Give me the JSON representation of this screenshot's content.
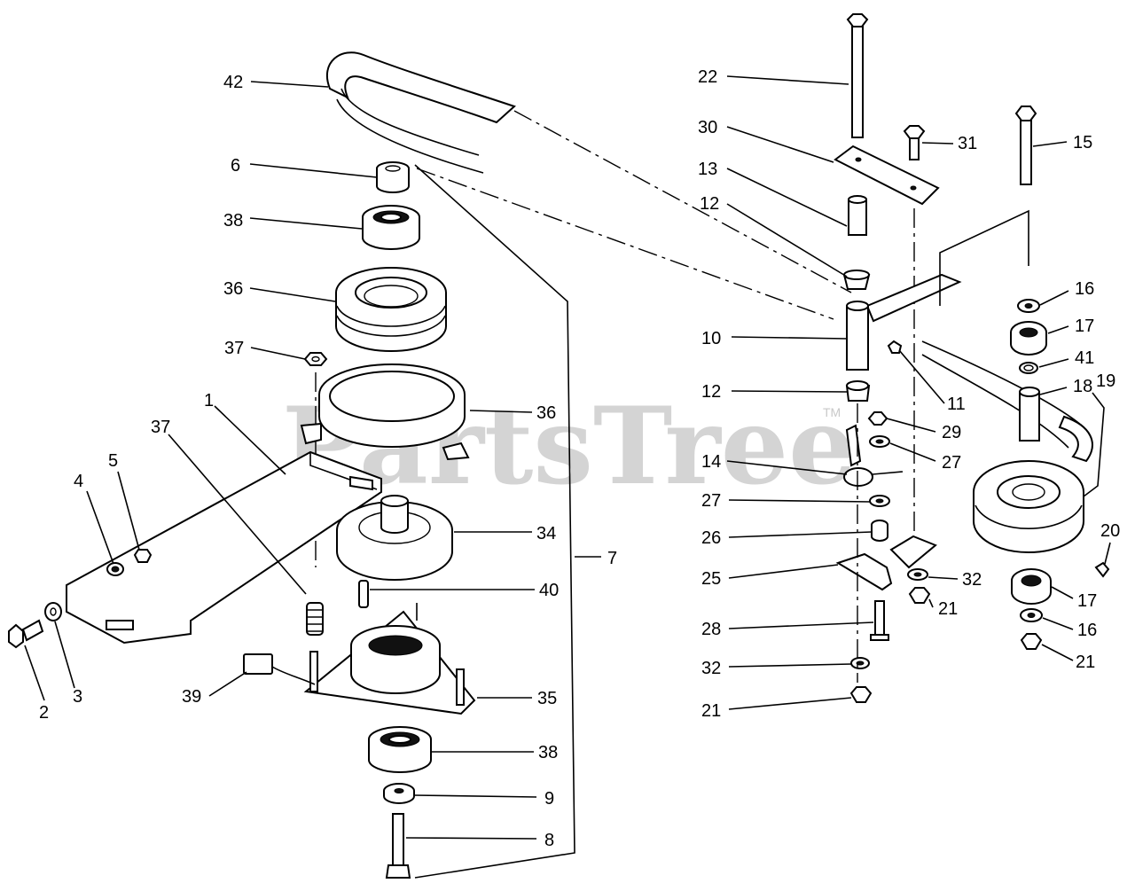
{
  "watermark": {
    "text": "PartsTree",
    "trademark": "TM"
  },
  "callouts": [
    {
      "id": "c42a",
      "label": "42"
    },
    {
      "id": "c6",
      "label": "6"
    },
    {
      "id": "c38a",
      "label": "38"
    },
    {
      "id": "c36a",
      "label": "36"
    },
    {
      "id": "c37a",
      "label": "37"
    },
    {
      "id": "c1",
      "label": "1"
    },
    {
      "id": "c37b",
      "label": "37"
    },
    {
      "id": "c36b",
      "label": "36"
    },
    {
      "id": "c4",
      "label": "4"
    },
    {
      "id": "c5",
      "label": "5"
    },
    {
      "id": "c34",
      "label": "34"
    },
    {
      "id": "c40",
      "label": "40"
    },
    {
      "id": "c7",
      "label": "7"
    },
    {
      "id": "c2",
      "label": "2"
    },
    {
      "id": "c3",
      "label": "3"
    },
    {
      "id": "c39",
      "label": "39"
    },
    {
      "id": "c35",
      "label": "35"
    },
    {
      "id": "c38b",
      "label": "38"
    },
    {
      "id": "c9",
      "label": "9"
    },
    {
      "id": "c8",
      "label": "8"
    },
    {
      "id": "c22",
      "label": "22"
    },
    {
      "id": "c30",
      "label": "30"
    },
    {
      "id": "c31",
      "label": "31"
    },
    {
      "id": "c15",
      "label": "15"
    },
    {
      "id": "c13",
      "label": "13"
    },
    {
      "id": "c12a",
      "label": "12"
    },
    {
      "id": "c16a",
      "label": "16"
    },
    {
      "id": "c10",
      "label": "10"
    },
    {
      "id": "c17a",
      "label": "17"
    },
    {
      "id": "c41",
      "label": "41"
    },
    {
      "id": "c12b",
      "label": "12"
    },
    {
      "id": "c11",
      "label": "11"
    },
    {
      "id": "c18",
      "label": "18"
    },
    {
      "id": "c19",
      "label": "19"
    },
    {
      "id": "c29",
      "label": "29"
    },
    {
      "id": "c27a",
      "label": "27"
    },
    {
      "id": "c14",
      "label": "14"
    },
    {
      "id": "c27b",
      "label": "27"
    },
    {
      "id": "c26",
      "label": "26"
    },
    {
      "id": "c20",
      "label": "20"
    },
    {
      "id": "c25",
      "label": "25"
    },
    {
      "id": "c32a",
      "label": "32"
    },
    {
      "id": "c17b",
      "label": "17"
    },
    {
      "id": "c21a",
      "label": "21"
    },
    {
      "id": "c28",
      "label": "28"
    },
    {
      "id": "c16b",
      "label": "16"
    },
    {
      "id": "c21b",
      "label": "21"
    },
    {
      "id": "c32b",
      "label": "32"
    },
    {
      "id": "c21c",
      "label": "21"
    }
  ]
}
